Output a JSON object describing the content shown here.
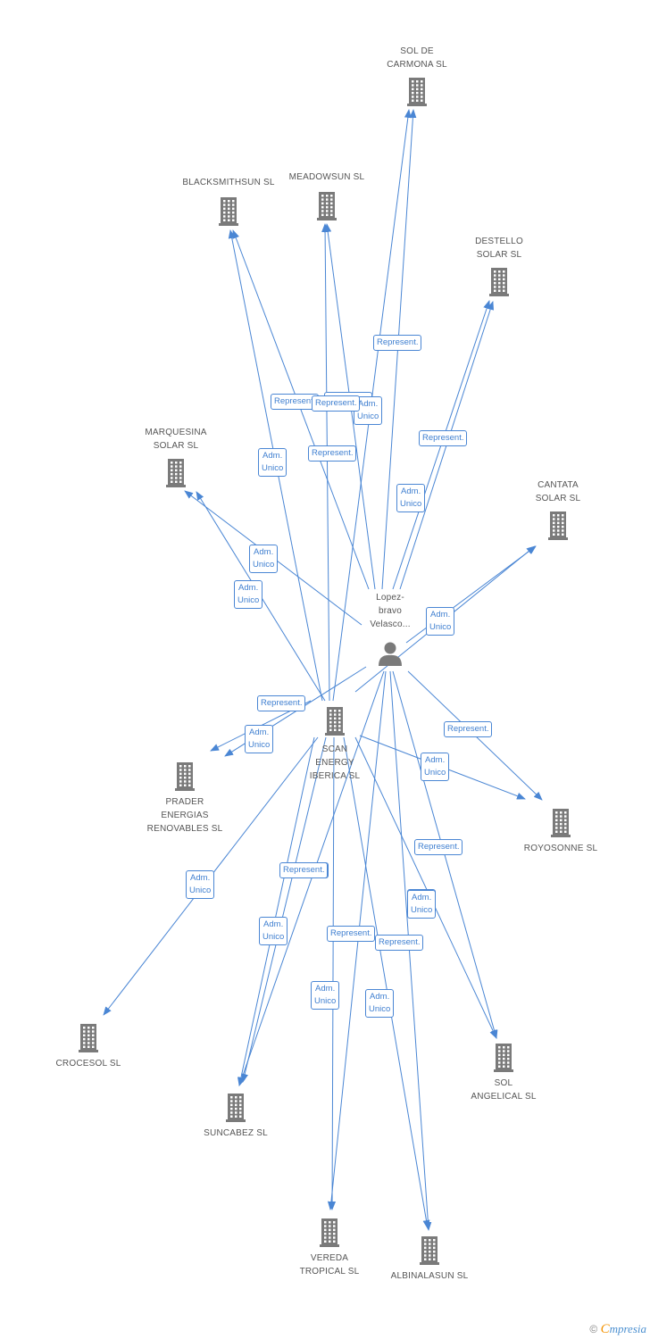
{
  "nodes": [
    {
      "id": "sol-de-carmona",
      "label": "SOL DE\nCARMONA SL",
      "type": "company"
    },
    {
      "id": "blacksmithsun",
      "label": "BLACKSMITHSUN SL",
      "type": "company"
    },
    {
      "id": "meadowsun",
      "label": "MEADOWSUN SL",
      "type": "company"
    },
    {
      "id": "destello-solar",
      "label": "DESTELLO\nSOLAR SL",
      "type": "company"
    },
    {
      "id": "marquesina-solar",
      "label": "MARQUESINA\nSOLAR SL",
      "type": "company"
    },
    {
      "id": "cantata-solar",
      "label": "CANTATA\nSOLAR SL",
      "type": "company"
    },
    {
      "id": "lopez-bravo",
      "label": "Lopez-\nbravo\nVelasco...",
      "type": "person"
    },
    {
      "id": "scan-energy",
      "label": "SCAN\nENERGY\nIBERICA SL",
      "type": "company"
    },
    {
      "id": "prader",
      "label": "PRADER\nENERGIAS\nRENOVABLES SL",
      "type": "company"
    },
    {
      "id": "royosonne",
      "label": "ROYOSONNE SL",
      "type": "company"
    },
    {
      "id": "crocesol",
      "label": "CROCESOL SL",
      "type": "company"
    },
    {
      "id": "sol-angelical",
      "label": "SOL\nANGELICAL SL",
      "type": "company"
    },
    {
      "id": "suncabez",
      "label": "SUNCABEZ SL",
      "type": "company"
    },
    {
      "id": "vereda-tropical",
      "label": "VEREDA\nTROPICAL SL",
      "type": "company"
    },
    {
      "id": "albinalasun",
      "label": "ALBINALASUN SL",
      "type": "company"
    }
  ],
  "edge_labels": [
    "Represent.",
    "Represent.",
    "Represent.",
    "Adm.\nUnico",
    "Represent.",
    "Adm.\nUnico",
    "Adm.\nUnico",
    "Adm.\nUnico",
    "Represent.",
    "Adm.\nUnico",
    "Represent.",
    "Adm.\nUnico",
    "Represent.",
    "Adm.\nUnico",
    "Represent.",
    "Adm.\nUnico",
    "Represent.",
    "Adm.\nUnico",
    "Represent.",
    "Adm.\nUnico",
    "Represent.",
    "Adm.\nUnico",
    "Represent.",
    "Adm.\nUnico",
    "Adm.\nUnico",
    "Represent.",
    "Adm.\nUnico"
  ],
  "watermark": {
    "copyright": "©",
    "brand_first": "C",
    "brand_rest": "mpresia"
  },
  "colors": {
    "edge": "#4a86d4",
    "icon": "#7a7a7a",
    "label_text": "#555555",
    "edge_label_text": "#3f7fd0"
  }
}
